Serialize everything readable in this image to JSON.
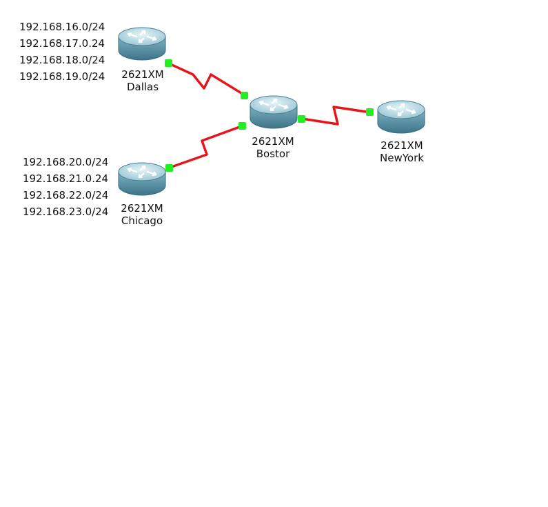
{
  "devices": {
    "dallas": {
      "model": "2621XM",
      "name": "Dallas"
    },
    "boston": {
      "model": "2621XM",
      "name": "Bostor"
    },
    "newyork": {
      "model": "2621XM",
      "name": "NewYork"
    },
    "chicago": {
      "model": "2621XM",
      "name": "Chicago"
    }
  },
  "networks": {
    "dallas": [
      "192.168.16.0/24",
      "192.168.17.0.24",
      "192.168.18.0/24",
      "192.168.19.0/24"
    ],
    "chicago": [
      "192.168.20.0/24",
      "192.168.21.0.24",
      "192.168.22.0/24",
      "192.168.23.0/24"
    ]
  },
  "links": [
    {
      "from": "dallas",
      "to": "boston",
      "type": "serial"
    },
    {
      "from": "chicago",
      "to": "boston",
      "type": "serial"
    },
    {
      "from": "boston",
      "to": "newyork",
      "type": "serial"
    }
  ],
  "colors": {
    "link": "#e8141c",
    "port": "#22ee22",
    "router_top": "#b9dde8",
    "router_side": "#4f8ca0"
  },
  "icons": {
    "router": "router-icon"
  }
}
